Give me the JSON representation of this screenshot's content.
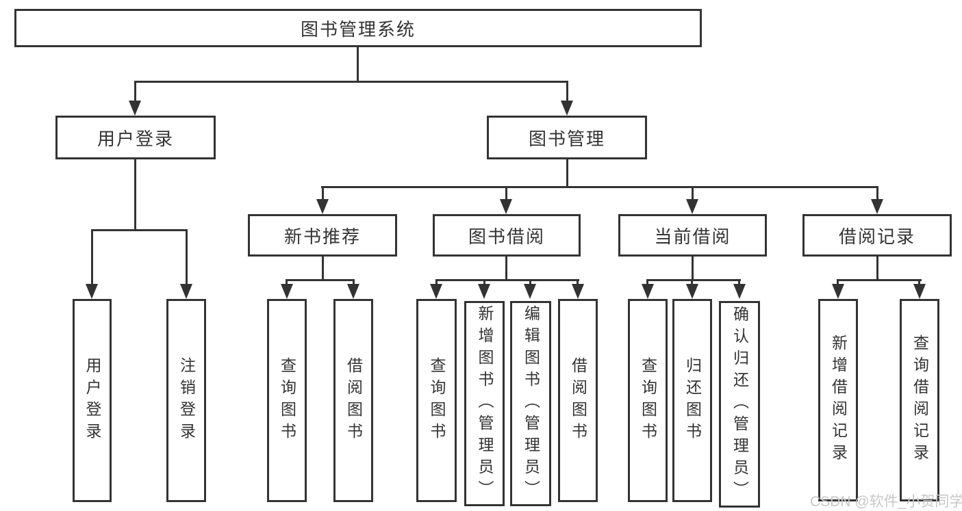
{
  "nodes": {
    "root": {
      "label": "图书管理系统"
    },
    "user_login": {
      "label": "用户登录"
    },
    "book_management": {
      "label": "图书管理"
    },
    "new_book_recommend": {
      "label": "新书推荐"
    },
    "book_borrow": {
      "label": "图书借阅"
    },
    "current_borrow": {
      "label": "当前借阅"
    },
    "borrow_records": {
      "label": "借阅记录"
    },
    "leaf_user_login": {
      "label": "用户登录"
    },
    "leaf_logout": {
      "label": "注销登录"
    },
    "leaf_recommend_query": {
      "label": "查询图书"
    },
    "leaf_recommend_borrow": {
      "label": "借阅图书"
    },
    "leaf_borrow_query": {
      "label": "查询图书"
    },
    "leaf_borrow_add": {
      "label": "新增图书（管理员）"
    },
    "leaf_borrow_edit": {
      "label": "编辑图书（管理员）"
    },
    "leaf_borrow_borrow": {
      "label": "借阅图书"
    },
    "leaf_current_query": {
      "label": "查询图书"
    },
    "leaf_current_return": {
      "label": "归还图书"
    },
    "leaf_current_confirm": {
      "label": "确认归还（管理员）"
    },
    "leaf_records_add": {
      "label": "新增借阅记录"
    },
    "leaf_records_query": {
      "label": "查询借阅记录"
    }
  },
  "hierarchy": {
    "图书管理系统": [
      "用户登录",
      "图书管理"
    ],
    "用户登录": [
      "用户登录",
      "注销登录"
    ],
    "图书管理": [
      "新书推荐",
      "图书借阅",
      "当前借阅",
      "借阅记录"
    ],
    "新书推荐": [
      "查询图书",
      "借阅图书"
    ],
    "图书借阅": [
      "查询图书",
      "新增图书（管理员）",
      "编辑图书（管理员）",
      "借阅图书"
    ],
    "当前借阅": [
      "查询图书",
      "归还图书",
      "确认归还（管理员）"
    ],
    "借阅记录": [
      "新增借阅记录",
      "查询借阅记录"
    ]
  },
  "watermark": {
    "text": "CSDN @软件_小贺同学"
  },
  "colors": {
    "line": "#333333",
    "text": "#333333",
    "node_background": "#ffffff",
    "page_background": "#ffffff",
    "watermark": "#c9c7c7"
  }
}
